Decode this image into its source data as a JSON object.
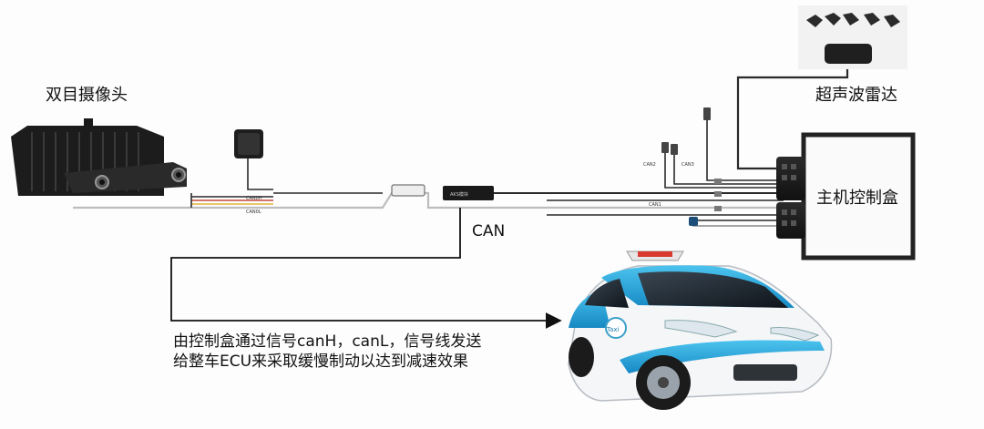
{
  "labels": {
    "camera": "双目摄像头",
    "ultrasonic": "超声波雷达",
    "can": "CAN",
    "controller": "主机控制盒"
  },
  "description": "由控制盒通过信号canH，canL，信号线发送给整车ECU来采取缓慢制动以达到减速效果",
  "wire_labels": {
    "can0": "CAN0H",
    "can0l": "CAN0L",
    "can2": "CAN2",
    "can3": "CAN3",
    "can1": "CAN1",
    "module": "AKS模块"
  },
  "taxi_badge": "Taxi",
  "colors": {
    "taxi_blue": "#1fa3d8",
    "taxi_white": "#f4f6f8",
    "device_dark": "#222222",
    "wire": "#2a2a2a",
    "wire_red": "#c94a3a",
    "wire_yellow": "#e0b43a"
  }
}
